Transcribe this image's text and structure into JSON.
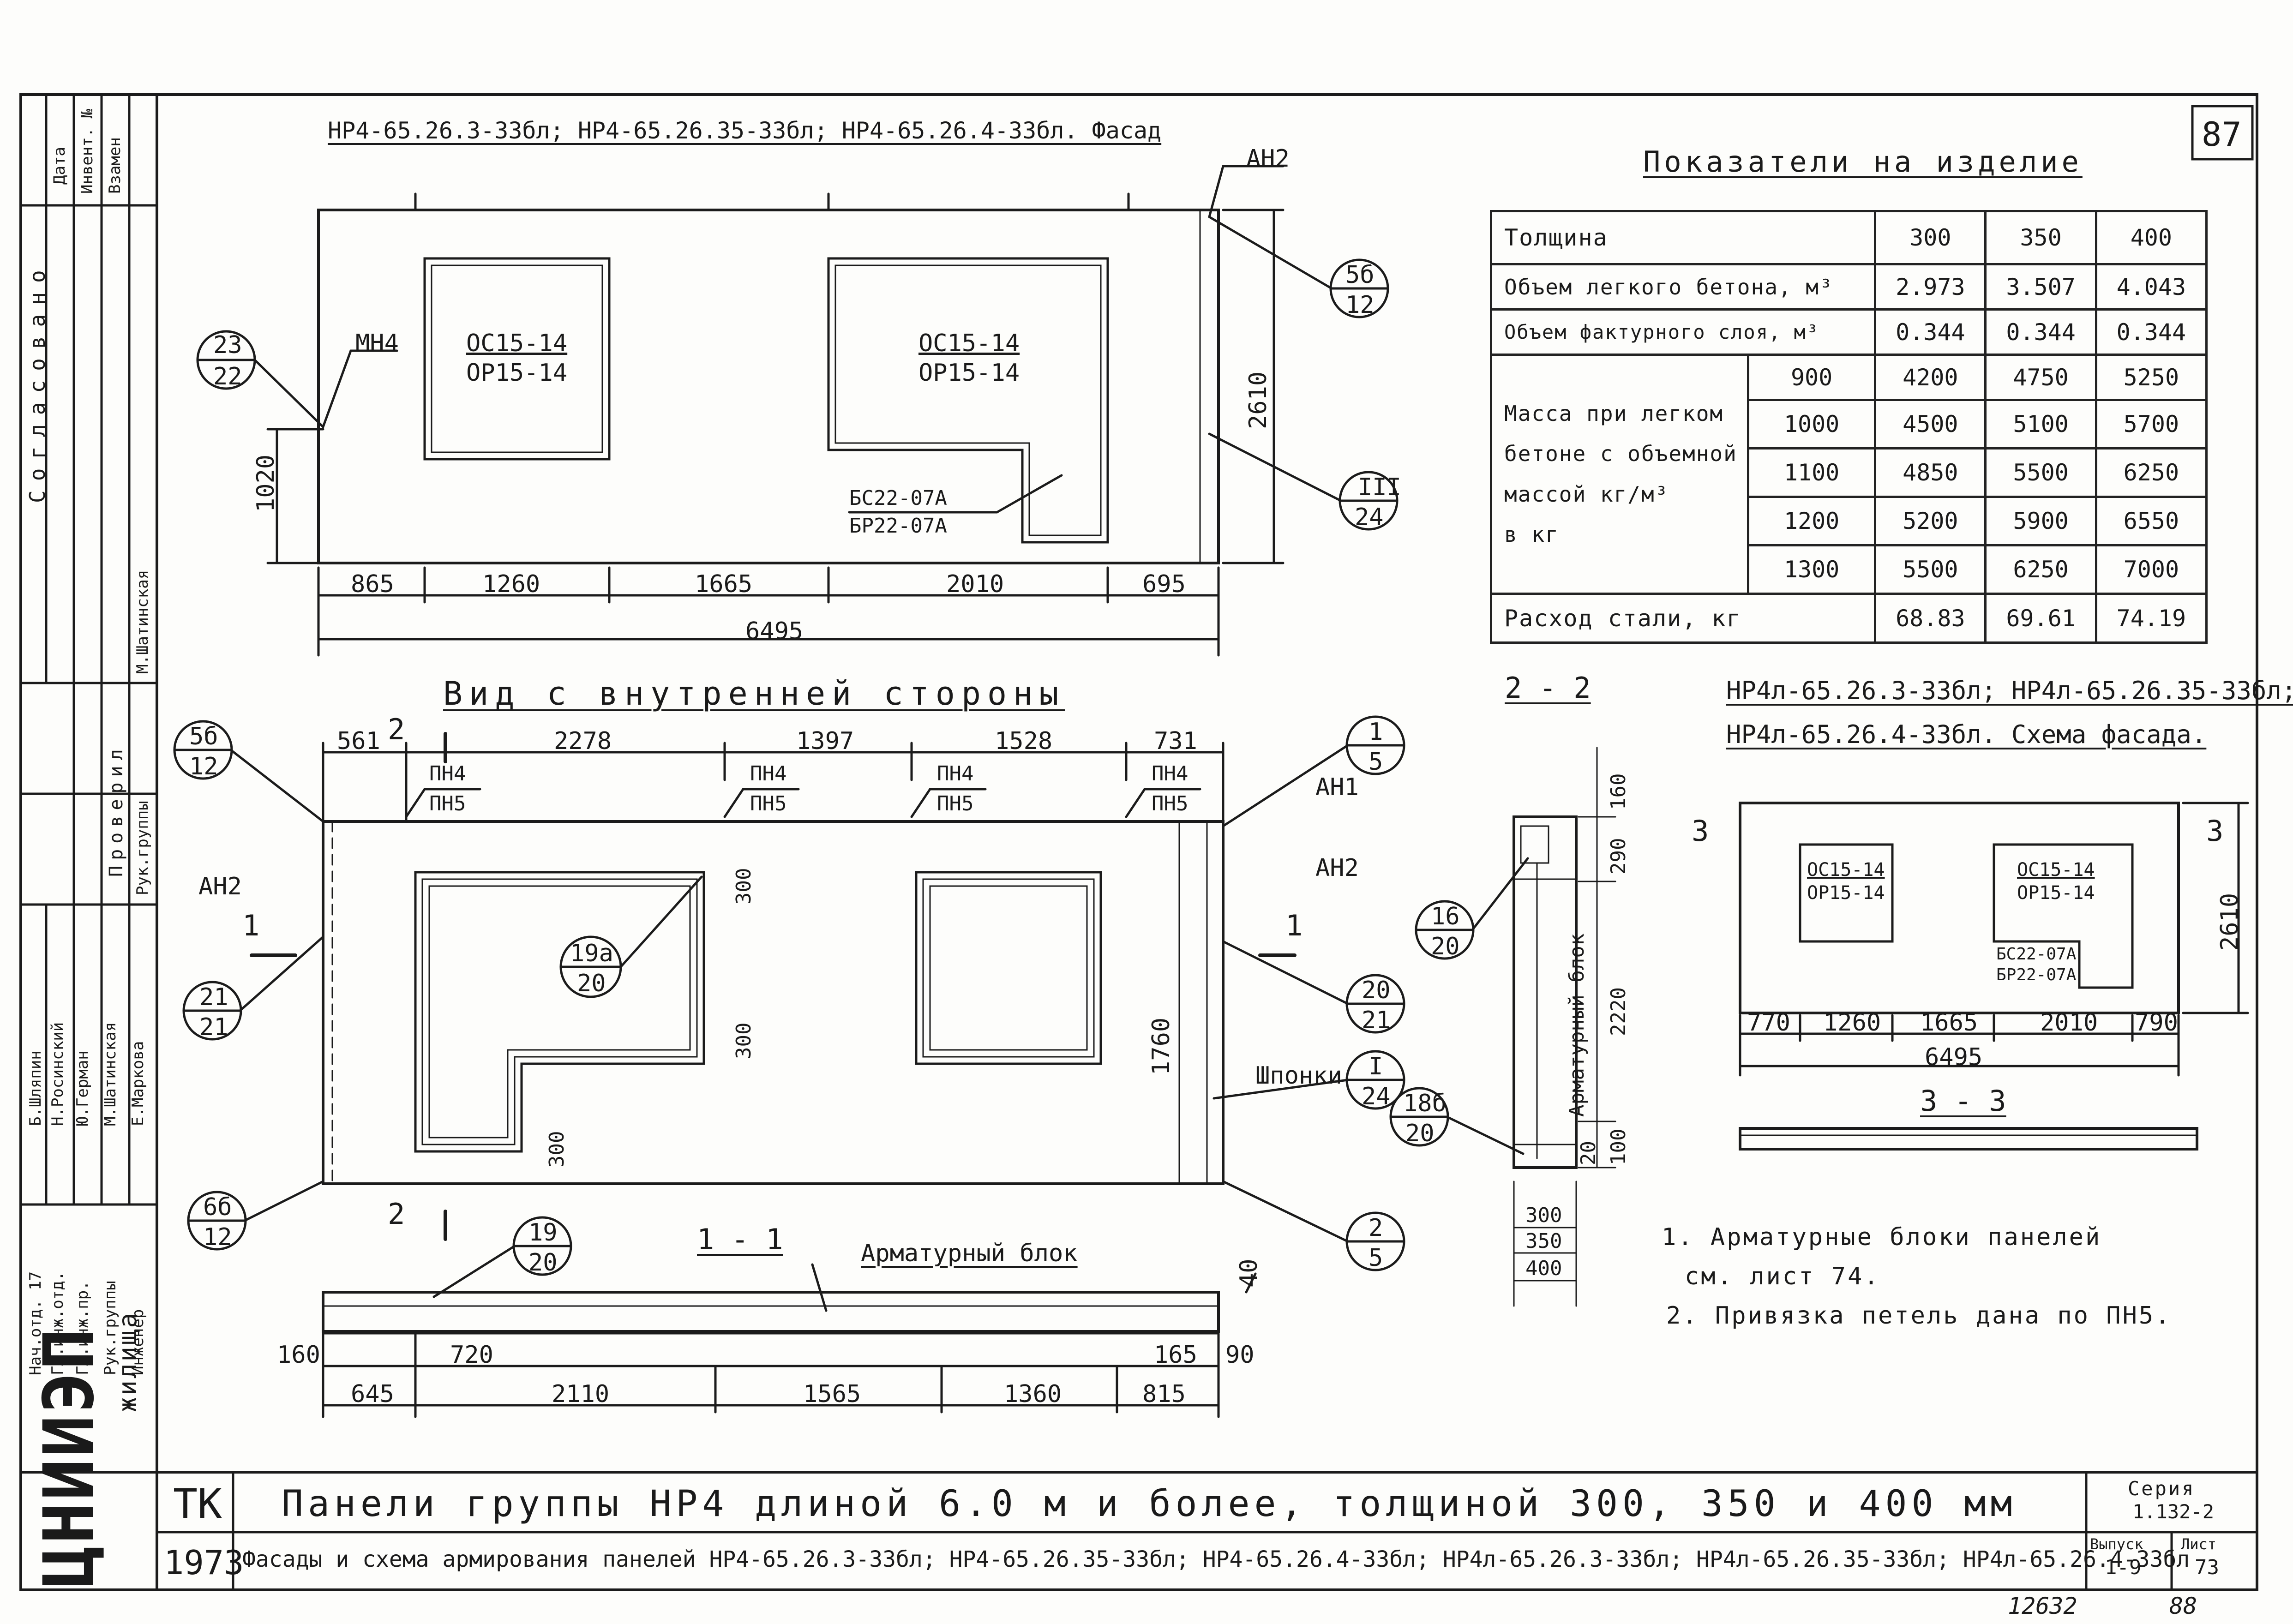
{
  "sheet": {
    "page_number": "87",
    "org_logo": "ЦНИИЭП",
    "org_name": "жилища",
    "title_code": "ТК",
    "year": "1973",
    "title": "Панели группы НР4 длиной 6.0 м и более, толщиной 300, 350 и 400 мм",
    "subtitle": "Фасады и схема армирования панелей НР4-65.26.3-33бл; НР4-65.26.35-33бл; НР4-65.26.4-33бл; НР4л-65.26.3-33бл; НР4л-65.26.35-33бл; НР4л-65.26.4-33бл",
    "series_label": "Серия",
    "series_value": "1.132-2",
    "issue_label": "Выпуск",
    "issue_value": "1-9",
    "sheet_label": "Лист",
    "sheet_value": "73",
    "archive_number": "12632",
    "archive_page": "88"
  },
  "stamp": {
    "approved": "Согласовано",
    "date": "Дата",
    "inv_no": "Инвент. №",
    "replace": "Взамен",
    "checked": "Проверил",
    "checker_name": "М.Шатинская",
    "roles": [
      "Нач.отд. 17",
      "Гл.инж.отд.",
      "Гл.инж.пр.",
      "Рук.группы",
      "Инженер"
    ],
    "names": [
      "Б.Шляпин",
      "Н.Росинский",
      "Ю.Герман",
      "М.Шатинская",
      "Е.Маркова"
    ],
    "group_head": "Рук.группы"
  },
  "facade": {
    "title": "НР4-65.26.3-33бл; НР4-65.26.35-33бл; НР4-65.26.4-33бл. Фасад",
    "win1_top": "ОС15-14",
    "win1_bottom": "ОР15-14",
    "win2_top": "ОС15-14",
    "win2_bottom": "ОР15-14",
    "door_top": "БС22-07А",
    "door_bottom": "БР22-07А",
    "mn4": "МН4",
    "an2": "АН2",
    "dims_bottom": [
      "865",
      "1260",
      "1665",
      "2010",
      "695"
    ],
    "total": "6495",
    "height": "2610",
    "sill": "1020",
    "callouts": [
      {
        "top": "23",
        "bottom": "22"
      },
      {
        "top": "5б",
        "bottom": "12"
      },
      {
        "top": "III",
        "bottom": "24"
      }
    ]
  },
  "inner": {
    "title": "Вид с внутренней стороны",
    "dims_top": [
      "561",
      "2278",
      "1397",
      "1528",
      "731"
    ],
    "loops": [
      {
        "top": "ПН4",
        "bottom": "ПН5"
      },
      {
        "top": "ПН4",
        "bottom": "ПН5"
      },
      {
        "top": "ПН4",
        "bottom": "ПН5"
      },
      {
        "top": "ПН4",
        "bottom": "ПН5"
      }
    ],
    "an1": "АН1",
    "an2_right": "АН2",
    "an2_left": "АН2",
    "keys": "Шпонки",
    "height": "1760",
    "d300a": "300",
    "d300b": "300",
    "d300c": "300",
    "section_2": "2",
    "section_1": "1",
    "callouts": [
      {
        "top": "5б",
        "bottom": "12"
      },
      {
        "top": "21",
        "bottom": "21"
      },
      {
        "top": "6б",
        "bottom": "12"
      },
      {
        "top": "19а",
        "bottom": "20"
      },
      {
        "top": "1",
        "bottom": "5"
      },
      {
        "top": "20",
        "bottom": "21"
      },
      {
        "top": "I",
        "bottom": "24"
      },
      {
        "top": "2",
        "bottom": "5"
      }
    ]
  },
  "section11": {
    "title": "1 - 1",
    "rebar": "Арматурный блок",
    "callout": {
      "top": "19",
      "bottom": "20"
    },
    "dims_small": [
      "160",
      "720",
      "165",
      "90",
      "40"
    ],
    "dims_bottom": [
      "645",
      "2110",
      "1565",
      "1360",
      "815"
    ]
  },
  "section22": {
    "title": "2 - 2",
    "rebar": "Арматурный блок",
    "dims": [
      "160",
      "290",
      "2220",
      "100",
      "20"
    ],
    "thick": [
      "300",
      "350",
      "400"
    ],
    "callouts": [
      {
        "top": "16",
        "bottom": "20"
      },
      {
        "top": "18б",
        "bottom": "20"
      }
    ]
  },
  "properties": {
    "title": "Показатели на изделие",
    "thickness_label": "Толщина",
    "thickness": [
      "300",
      "350",
      "400"
    ],
    "light_concrete_label": "Объем легкого бетона, м³",
    "light_concrete": [
      "2.973",
      "3.507",
      "4.043"
    ],
    "facing_label": "Объем фактурного слоя, м³",
    "facing": [
      "0.344",
      "0.344",
      "0.344"
    ],
    "mass_label": [
      "Масса при легком",
      "бетоне с объемной",
      "массой   кг/м³",
      "в  кг"
    ],
    "mass_rows": [
      {
        "density": "900",
        "values": [
          "4200",
          "4750",
          "5250"
        ]
      },
      {
        "density": "1000",
        "values": [
          "4500",
          "5100",
          "5700"
        ]
      },
      {
        "density": "1100",
        "values": [
          "4850",
          "5500",
          "6250"
        ]
      },
      {
        "density": "1200",
        "values": [
          "5200",
          "5900",
          "6550"
        ]
      },
      {
        "density": "1300",
        "values": [
          "5500",
          "6250",
          "7000"
        ]
      }
    ],
    "steel_label": "Расход   стали,   кг",
    "steel": [
      "68.83",
      "69.61",
      "74.19"
    ]
  },
  "scheme": {
    "title_line1": "НР4л-65.26.3-33бл; НР4л-65.26.35-33бл;",
    "title_line2": "НР4л-65.26.4-33бл. Схема фасада.",
    "win1_top": "ОС15-14",
    "win1_bottom": "ОР15-14",
    "win2_top": "ОС15-14",
    "win2_bottom": "ОР15-14",
    "door_top": "БС22-07А",
    "door_bottom": "БР22-07А",
    "dims_bottom": [
      "770",
      "1260",
      "1665",
      "2010",
      "790"
    ],
    "total": "6495",
    "height": "2610",
    "section_label": "3",
    "section33": "3 - 3"
  },
  "notes": [
    "1. Арматурные блоки панелей",
    "см. лист 74.",
    "2. Привязка петель дана по ПН5."
  ]
}
